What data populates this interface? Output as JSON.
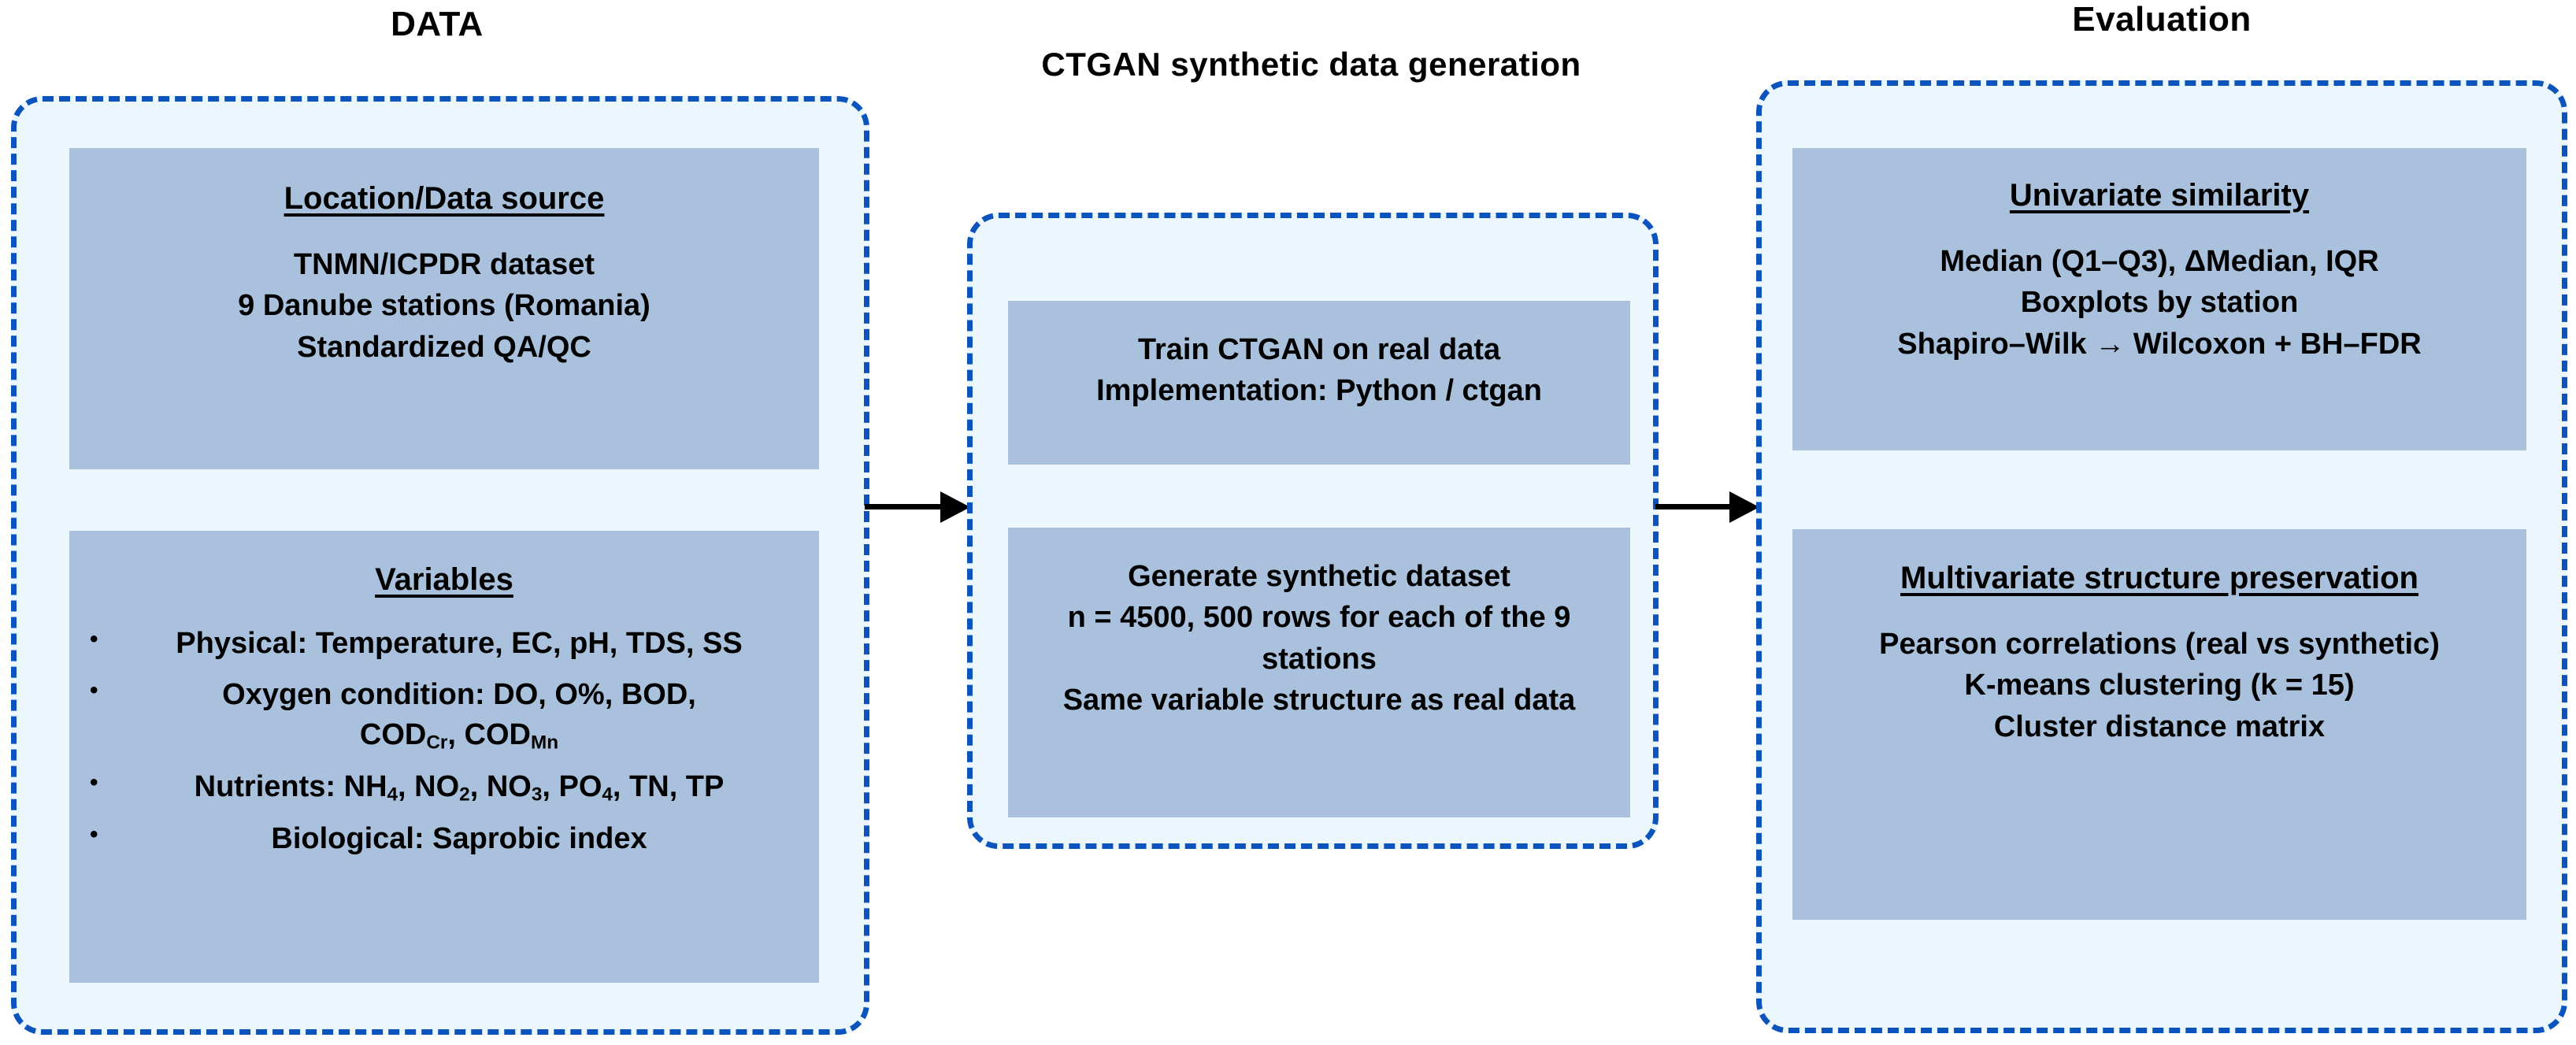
{
  "diagram": {
    "accent_color": "#0b54bd",
    "panel_fill": "#ecf7fd",
    "box_fill": "#a9c1dc",
    "arrow_color": "#000000"
  },
  "headings": {
    "data": "DATA",
    "ctgan": "CTGAN synthetic data generation",
    "evaluation": "Evaluation"
  },
  "stages": {
    "data": {
      "location": {
        "title": "Location/Data source",
        "lines": [
          "TNMN/ICPDR  dataset",
          "9 Danube stations (Romania)",
          "Standardized QA/QC"
        ]
      },
      "variables": {
        "title": "Variables",
        "bullets": [
          "Physical: Temperature, EC, pH, TDS, SS",
          "Oxygen condition: DO, O%, BOD, CODCr, CODMn",
          "Nutrients: NH4, NO2, NO3, PO4, TN, TP",
          "Biological: Saprobic index"
        ],
        "bullet_parts": {
          "oxygen_line1": "Oxygen condition: DO, O%, BOD,",
          "oxygen_line2_a": "COD",
          "oxygen_line2_a_sub": "Cr",
          "oxygen_line2_b": ", COD",
          "oxygen_line2_b_sub": "Mn",
          "nutrients_prefix": "Nutrients: NH",
          "nutrients_sub1": "4",
          "nutrients_mid1": ", NO",
          "nutrients_sub2": "2",
          "nutrients_mid2": ", NO",
          "nutrients_sub3": "3",
          "nutrients_mid3": ", PO",
          "nutrients_sub4": "4",
          "nutrients_suffix": ", TN, TP",
          "physical": "Physical: Temperature, EC, pH, TDS, SS",
          "biological": "Biological: Saprobic index"
        }
      }
    },
    "ctgan": {
      "train": {
        "lines": [
          "Train CTGAN on real data",
          "Implementation: Python / ctgan"
        ]
      },
      "generate": {
        "lines": [
          "Generate synthetic dataset",
          "n = 4500, 500 rows for each of the 9 stations",
          "Same variable structure as real data"
        ]
      }
    },
    "evaluation": {
      "univariate": {
        "title": "Univariate similarity",
        "lines": [
          "Median (Q1–Q3), ΔMedian, IQR",
          "Boxplots by station",
          "Shapiro–Wilk → Wilcoxon + BH–FDR"
        ]
      },
      "multivariate": {
        "title": "Multivariate structure preservation",
        "lines": [
          "Pearson correlations (real vs synthetic)",
          "K-means clustering (k = 15)",
          "Cluster distance matrix"
        ]
      }
    }
  },
  "arrows": [
    {
      "name": "data-to-ctgan",
      "label": ""
    },
    {
      "name": "ctgan-to-evaluation",
      "label": ""
    }
  ]
}
